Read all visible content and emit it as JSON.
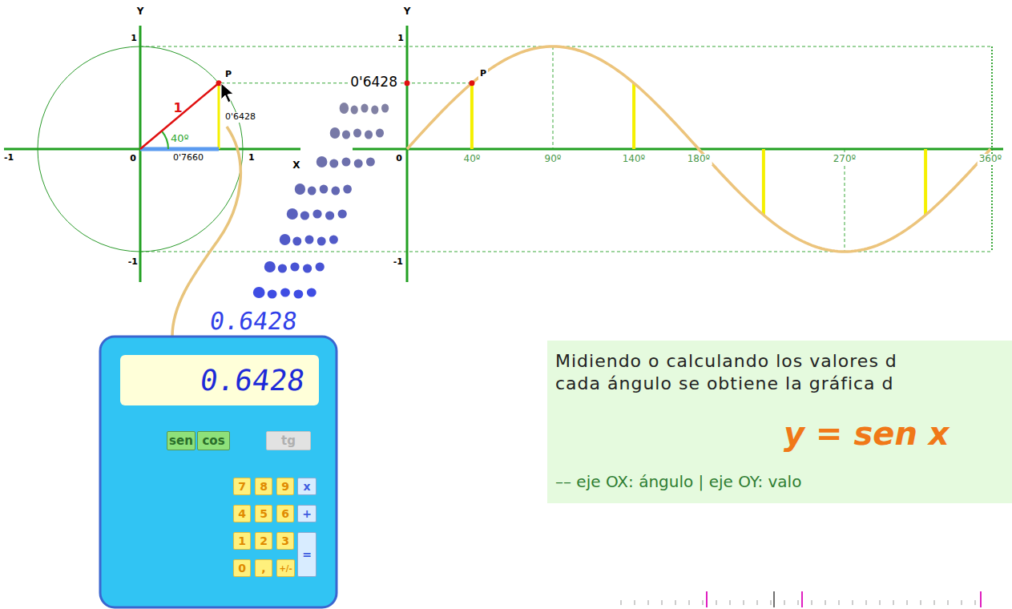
{
  "diagram": {
    "nodes": [
      {
        "text": [
          "0.6428"
        ]
      },
      {
        "text": [
          "sen"
        ]
      },
      {
        "text": [
          "cos"
        ]
      },
      {
        "text": [
          "tg"
        ]
      },
      {
        "text": [
          "7"
        ]
      },
      {
        "text": [
          "8"
        ]
      },
      {
        "text": [
          "9"
        ]
      },
      {
        "text": [
          "x"
        ]
      },
      {
        "text": [
          "4"
        ]
      },
      {
        "text": [
          "5"
        ]
      },
      {
        "text": [
          "6"
        ]
      },
      {
        "text": [
          "+"
        ]
      },
      {
        "text": [
          "1"
        ]
      },
      {
        "text": [
          "2"
        ]
      },
      {
        "text": [
          "3"
        ]
      },
      {
        "text": [
          "="
        ]
      },
      {
        "text": [
          "0"
        ]
      },
      {
        "text": [
          ","
        ]
      },
      {
        "text": [
          "+/-"
        ]
      },
      {
        "text": [
          "Midiendo o calculando los valores d cada ángulo se obtiene la gráfica d",
          "y = sen x",
          "–– eje OX: ángulo | eje OY: valo"
        ]
      }
    ],
    "labels": [
      "Y",
      "1",
      "-1",
      "0",
      "1",
      "-1",
      "X",
      "1",
      "40º",
      "P",
      "0'6428",
      "0'7660",
      "Y",
      "1",
      "0'6428",
      "P",
      "0",
      "40º",
      "90º",
      "140º",
      "180º",
      "270º",
      "360º",
      "-1",
      "0.6428"
    ]
  }
}
